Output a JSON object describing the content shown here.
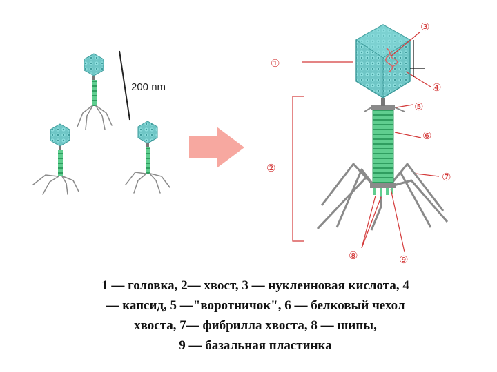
{
  "scale_label": "200 nm",
  "labels": {
    "n1": "①",
    "n2": "②",
    "n3": "③",
    "n4": "④",
    "n5": "⑤",
    "n6": "⑥",
    "n7": "⑦",
    "n8": "⑧",
    "n9": "⑨"
  },
  "caption": {
    "line1": "1 — головка, 2— хвост, 3 — нуклеиновая кислота, 4",
    "line2": "— капсид, 5 —\"воротничок\", 6 — белковый чехол",
    "line3": "хвоста, 7— фибрилла хвоста, 8 — шипы,",
    "line4": "9 — базальная пластинка"
  },
  "colors": {
    "capsid": "#6fc6c6",
    "capsid_dark": "#3e9b9b",
    "sheath": "#5fce8f",
    "sheath_dark": "#2f9e60",
    "fiber": "#8a8a8a",
    "arrow": "#f7a8a0",
    "leader": "#d43a3a"
  },
  "icons": {
    "arrow": "arrow-right-icon"
  }
}
